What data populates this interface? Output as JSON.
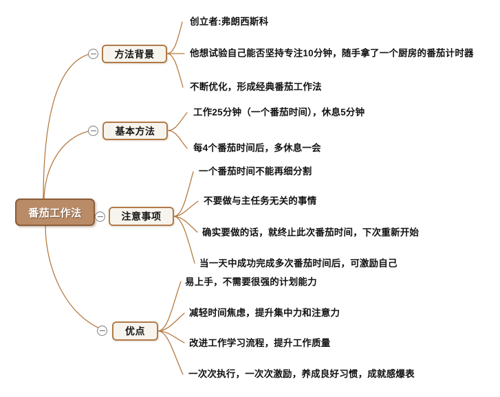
{
  "diagram": {
    "type": "mind-map",
    "title": "番茄工作法",
    "colors": {
      "root_fill": "#b98b66",
      "root_border": "#8a5c38",
      "root_text": "#ffffff",
      "branch_fill": "#f7f4ed",
      "branch_border": "#b07a47",
      "connector": "#b5793f",
      "leaf_text": "#111111",
      "background": "#ffffff"
    }
  },
  "root": {
    "label": "番茄工作法"
  },
  "branches": [
    {
      "label": "方法背景",
      "toggle": "collapse-minus",
      "leaves": [
        "创立者:弗朗西斯科",
        "他想试验自己能否坚持专注10分钟，随手拿了一个厨房的番茄计时器",
        "不断优化，形成经典番茄工作法"
      ]
    },
    {
      "label": "基本方法",
      "toggle": "collapse-minus",
      "leaves": [
        "工作25分钟（一个番茄时间），休息5分钟",
        "每4个番茄时间后，多休息一会"
      ]
    },
    {
      "label": "注意事项",
      "toggle": "collapse-minus",
      "leaves": [
        "一个番茄时间不能再细分割",
        "不要做与主任务无关的事情",
        "确实要做的话，就终止此次番茄时间，下次重新开始",
        "当一天中成功完成多次番茄时间后，可激励自己"
      ]
    },
    {
      "label": "优点",
      "toggle": "collapse-minus",
      "leaves": [
        "易上手，不需要很强的计划能力",
        "减轻时间焦虑，提升集中力和注意力",
        "改进工作学习流程，提升工作质量",
        "一次次执行，一次次激励，养成良好习惯，成就感爆表"
      ]
    }
  ]
}
